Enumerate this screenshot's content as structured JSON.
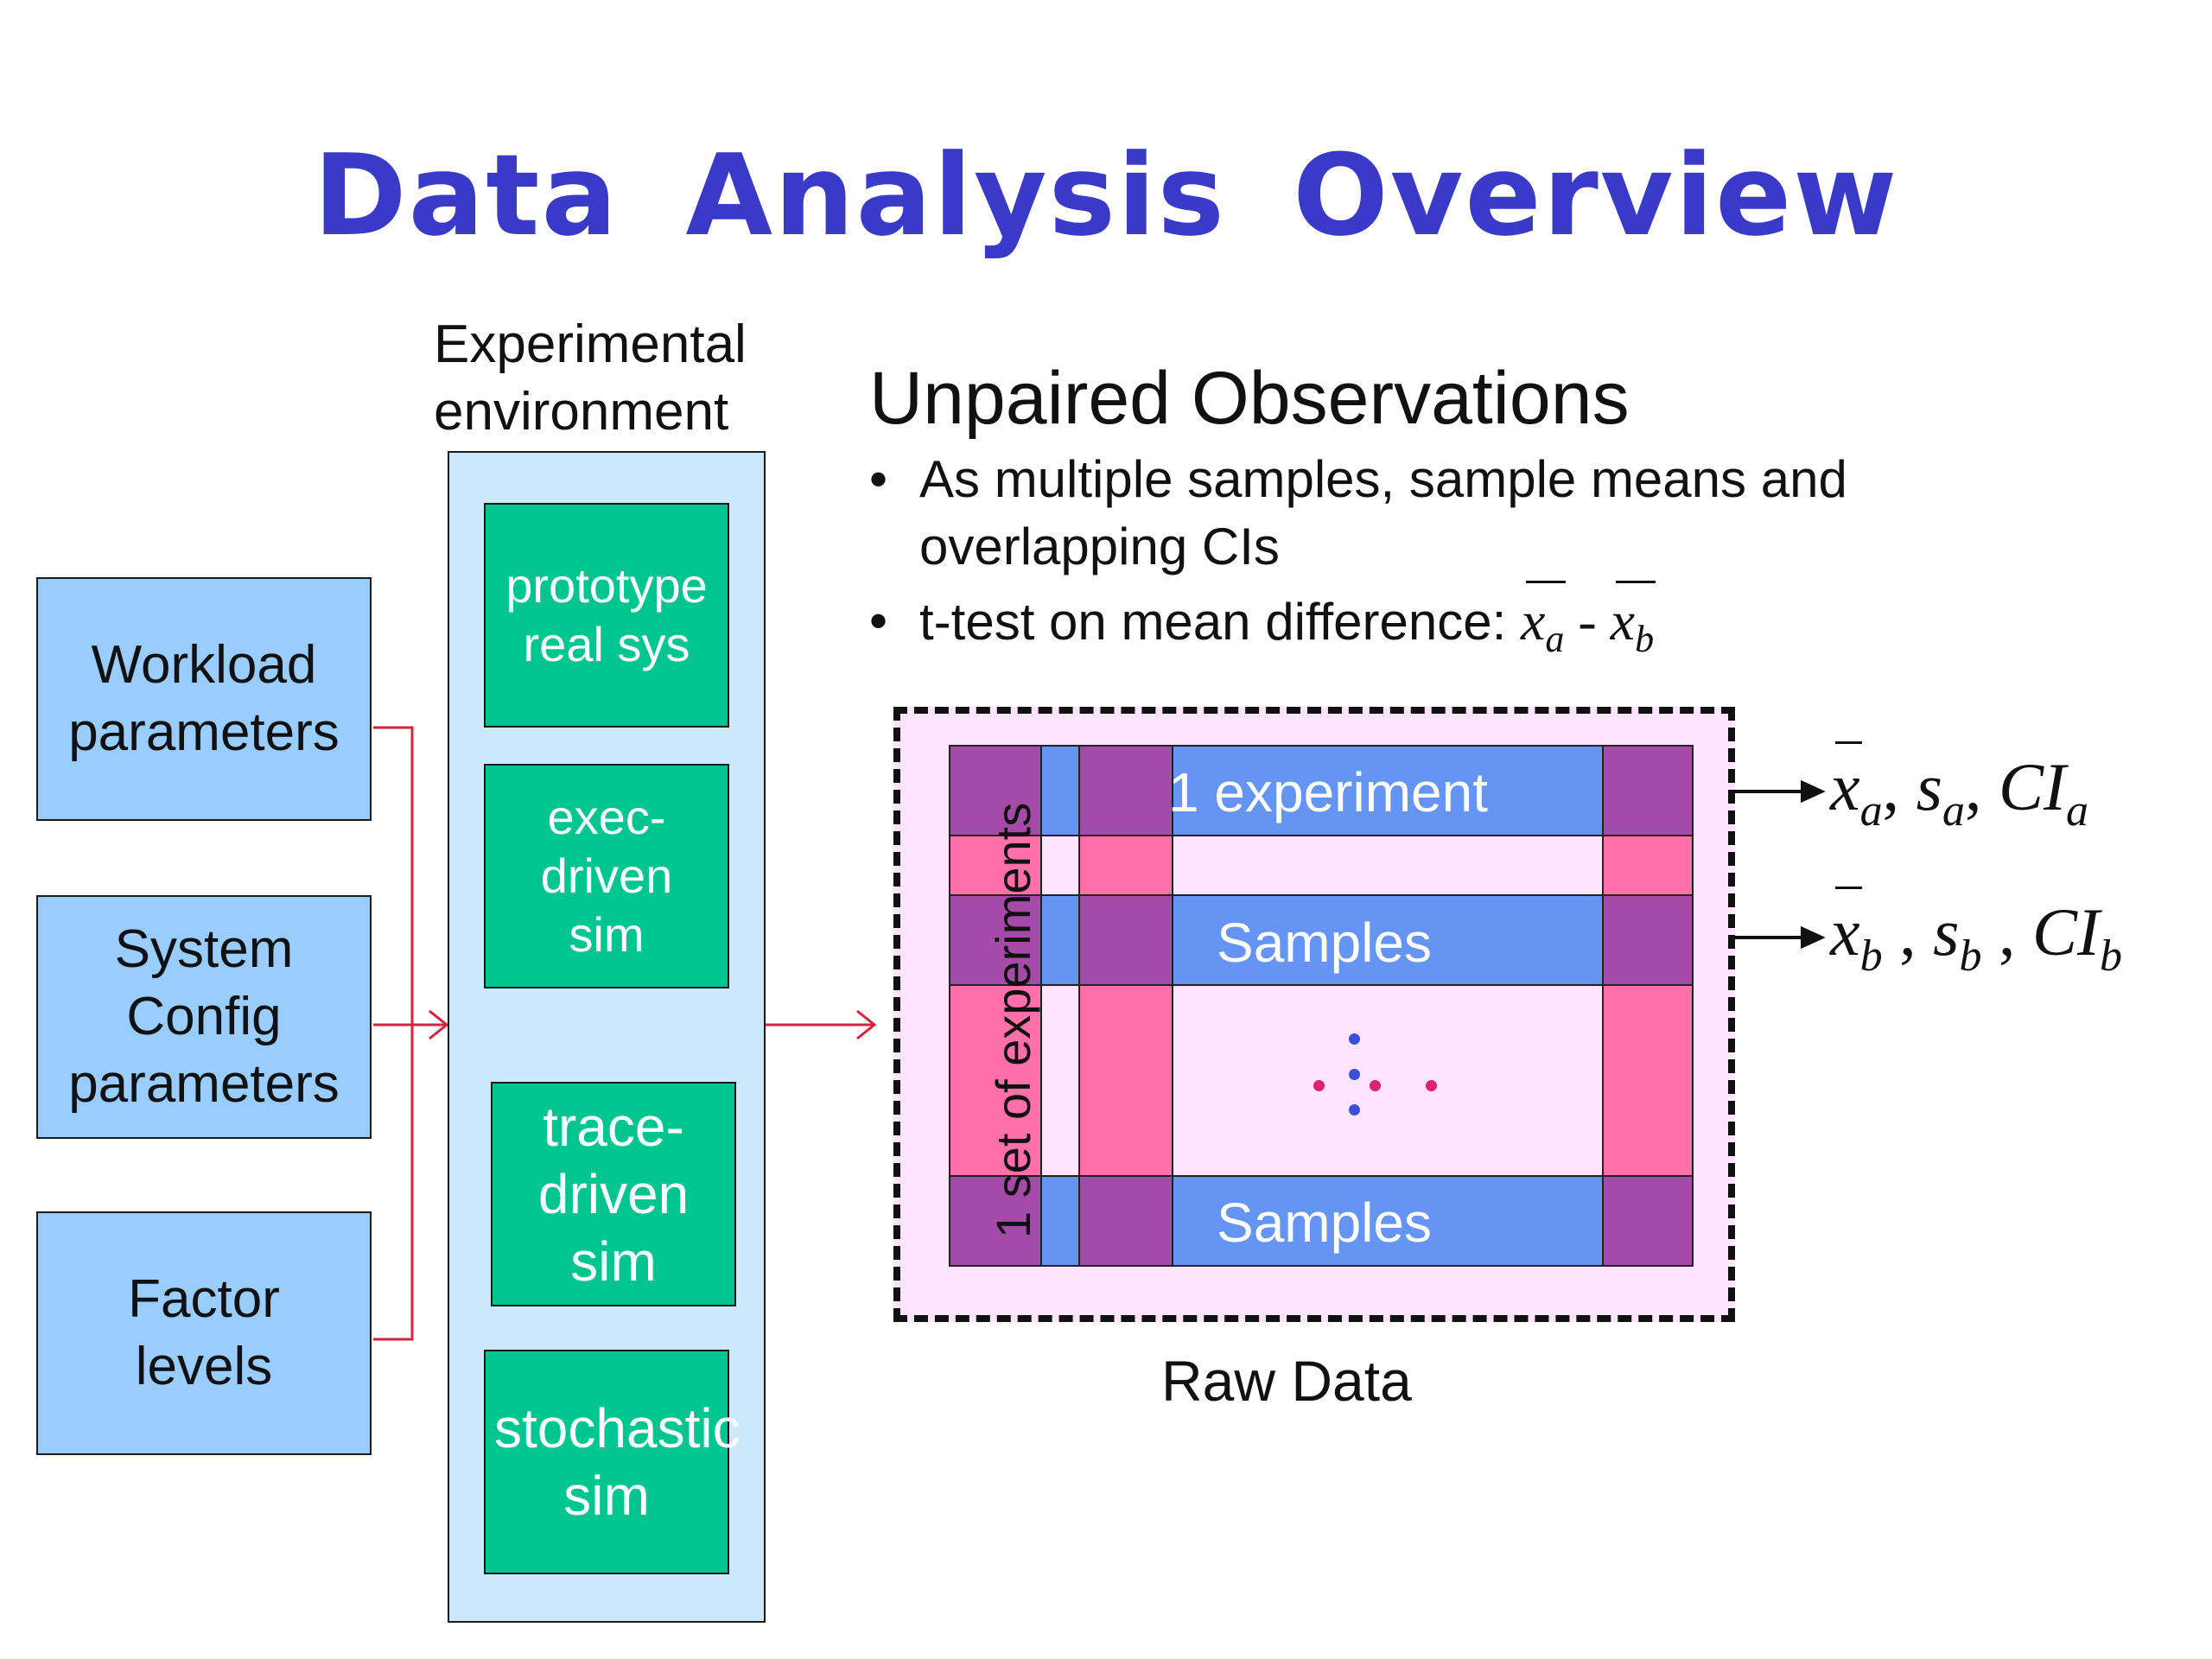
{
  "title": "Data Analysis Overview",
  "inputs": [
    "Workload parameters",
    "System Config parameters",
    "Factor levels"
  ],
  "environment": {
    "label_line1": "Experimental",
    "label_line2": "environment",
    "sims": [
      "prototype real sys",
      "exec- driven sim",
      "trace- driven sim",
      "stochastic sim"
    ]
  },
  "observations": {
    "title": "Unpaired Observations",
    "bullet1_line1": "As multiple samples,  sample means and",
    "bullet1_line2": "overlapping CIs",
    "bullet2": "t-test on mean difference:",
    "bullet_symbol": "•"
  },
  "raw_data": {
    "label": "Raw Data",
    "row1": "1 experiment",
    "row2": "Samples",
    "row3": "Samples",
    "vertical": "1 set of experiments"
  },
  "stats": {
    "a": {
      "x": "x",
      "sub_a": "a",
      "s": "s",
      "ci": "CI",
      "sep": ", "
    },
    "b": {
      "x": "x",
      "sub_b": "b",
      "s": "s",
      "ci": "CI",
      "sep": " , "
    },
    "minus": " - "
  },
  "colors": {
    "title": "#3a3ac8",
    "input_box": "#99ccff",
    "env_box": "#cce9fb",
    "sim_box": "#00c58e",
    "row_band": "#6495f5",
    "col_band": "#ff6fa8",
    "intersection": "#a64aa8",
    "raw_bg": "#ffe4ff",
    "connector": "#d8233f"
  }
}
